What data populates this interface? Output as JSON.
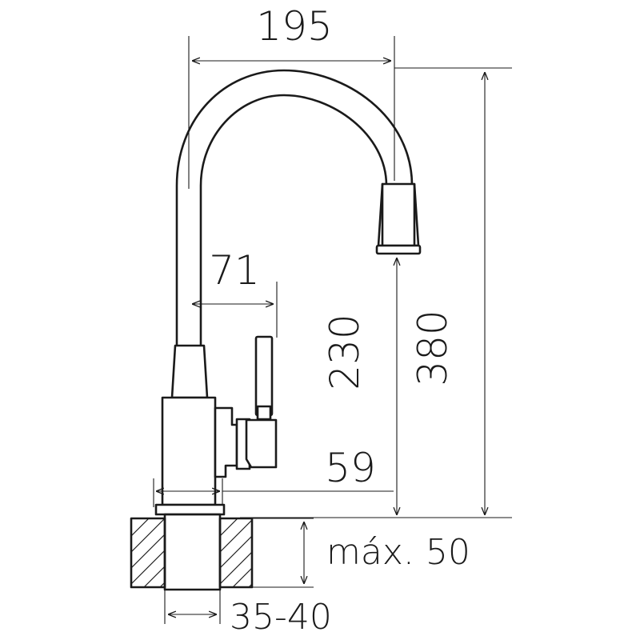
{
  "dimensions": {
    "width_top": "195",
    "handle_offset": "71",
    "spout_height": "230",
    "total_height": "380",
    "base_width": "59",
    "counter_thickness": "máx. 50",
    "hole_diameter": "35-40"
  },
  "colors": {
    "line": "#1a1a1a",
    "background": "#ffffff"
  }
}
